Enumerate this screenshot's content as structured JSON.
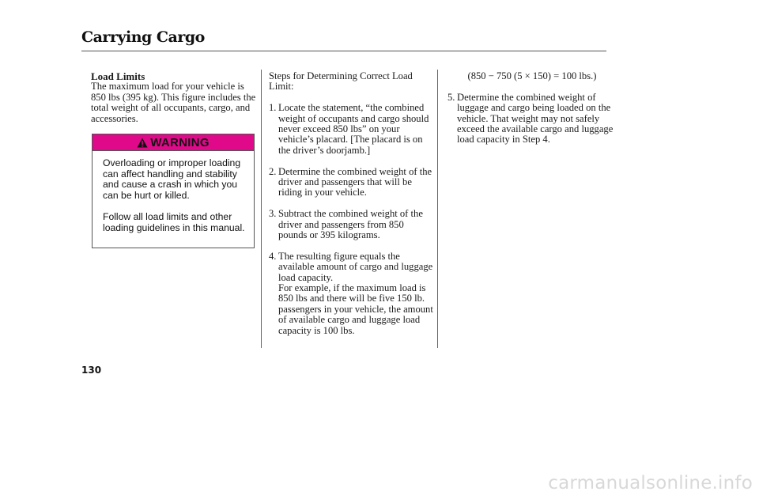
{
  "header": {
    "title": "Carrying Cargo"
  },
  "left_column": {
    "heading": "Load Limits",
    "paragraph": "The maximum load for your vehicle is 850 lbs (395 kg). This figure includes the total weight of all occupants, cargo, and accessories."
  },
  "warning": {
    "label": "WARNING",
    "icon": "warning-triangle-icon",
    "color": "#e0098a",
    "paragraphs": [
      "Overloading or improper loading can affect handling and stability and cause a crash in which you can be hurt or killed.",
      "Follow all load limits and other loading guidelines in this manual."
    ]
  },
  "middle_column": {
    "intro": "Steps for Determining Correct Load Limit:",
    "steps": [
      {
        "num": "1.",
        "text": "Locate the statement, “the combined weight of occupants and cargo should never exceed 850 lbs” on your vehicle’s placard. [The placard is on the driver’s doorjamb.]"
      },
      {
        "num": "2.",
        "text": "Determine the combined weight of the driver and passengers that will be riding in your vehicle."
      },
      {
        "num": "3.",
        "text": "Subtract the combined weight of the driver and passengers from 850 pounds or 395 kilograms."
      },
      {
        "num": "4.",
        "text": "The resulting figure equals the available amount of cargo and luggage load capacity.",
        "extra": "For example, if the maximum load is 850 lbs and there will be five 150 lb. passengers in your vehicle, the amount of available cargo and luggage load capacity is 100 lbs."
      }
    ]
  },
  "right_column": {
    "example": "(850 − 750 (5 × 150) = 100 lbs.)",
    "steps": [
      {
        "num": "5.",
        "text": "Determine the combined weight of luggage and cargo being loaded on the vehicle. That weight may not safely exceed the available cargo and luggage load capacity in Step 4."
      }
    ]
  },
  "footer": {
    "page_number": "130",
    "watermark": "carmanualsonline.info"
  }
}
